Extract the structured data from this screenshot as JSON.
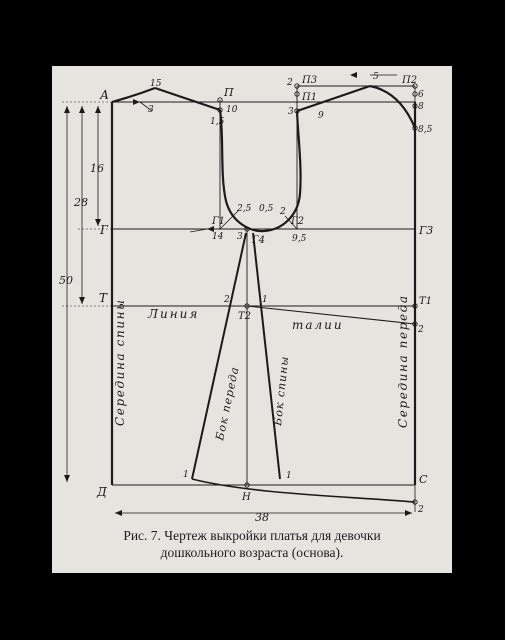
{
  "figure": {
    "caption_line1": "Рис. 7. Чертеж выкройки платья для девочки",
    "caption_line2": "дошкольного возраста (основа)."
  },
  "points": {
    "A": "А",
    "G": "Г",
    "T": "Т",
    "D": "Д",
    "P": "П",
    "P1": "П1",
    "P2": "П2",
    "P3": "П3",
    "G1": "Г1",
    "G2": "Г2",
    "G3": "Г3",
    "G4": "Г4",
    "T1": "Т1",
    "T2": "Т2",
    "C": "С",
    "H": "Н"
  },
  "dimensions": {
    "d16": "16",
    "d28": "28",
    "d50": "50",
    "d38": "38",
    "n15a": "15",
    "n3a": "3",
    "n15b": "1,5",
    "n10": "10",
    "n2a": "2",
    "n3b": "3",
    "n9": "9",
    "n5": "5",
    "n6": "6",
    "n8": "8",
    "n85": "8,5",
    "n25": "2,5",
    "n05": "0,5",
    "n2b": "2",
    "n14": "14",
    "n3c": "3",
    "n95": "9,5",
    "n2c": "2",
    "n1a": "1",
    "n2d": "2",
    "n1b": "1",
    "n1c": "1",
    "n2e": "2"
  },
  "labels": {
    "back_center": "Середина спины",
    "front_center": "Середина переда",
    "waist_line_a": "Линия",
    "waist_line_b": "талии",
    "front_side": "Бок переда",
    "back_side": "Бок спины"
  }
}
